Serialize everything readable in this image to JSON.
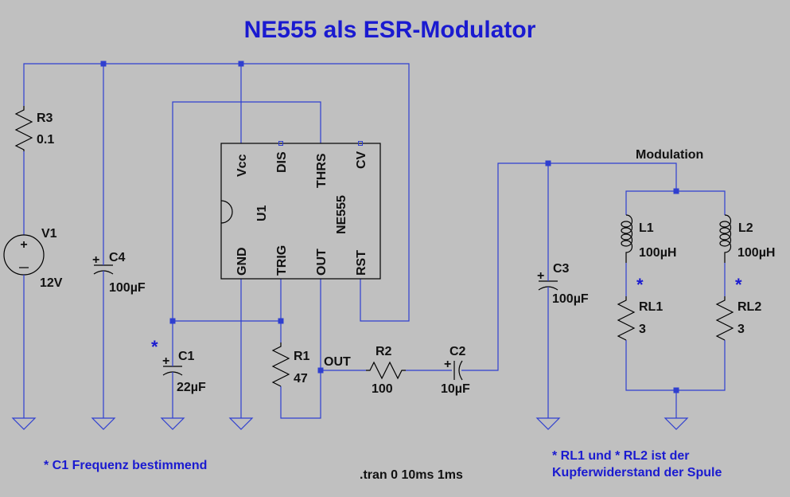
{
  "title": "NE555 als ESR-Modulator",
  "components": {
    "R3": {
      "name": "R3",
      "value": "0.1"
    },
    "V1": {
      "name": "V1",
      "value": "12V"
    },
    "C4": {
      "name": "C4",
      "value": "100µF"
    },
    "C1": {
      "name": "C1",
      "value": "22µF"
    },
    "R1": {
      "name": "R1",
      "value": "47"
    },
    "R2": {
      "name": "R2",
      "value": "100"
    },
    "C2": {
      "name": "C2",
      "value": "10µF"
    },
    "C3": {
      "name": "C3",
      "value": "100µF"
    },
    "L1": {
      "name": "L1",
      "value": "100µH"
    },
    "L2": {
      "name": "L2",
      "value": "100µH"
    },
    "RL1": {
      "name": "RL1",
      "value": "3"
    },
    "RL2": {
      "name": "RL2",
      "value": "3"
    }
  },
  "ic": {
    "name": "U1",
    "part": "NE555",
    "pins": {
      "vcc": "Vcc",
      "dis": "DIS",
      "thrs": "THRS",
      "cv": "CV",
      "gnd": "GND",
      "trig": "TRIG",
      "out": "OUT",
      "rst": "RST"
    }
  },
  "net_labels": {
    "out": "OUT",
    "modulation": "Modulation"
  },
  "markers": {
    "star": "*"
  },
  "notes": {
    "c1": "* C1 Frequenz bestimmend",
    "tran": ".tran 0 10ms 1ms",
    "rl_line1": "* RL1 und * RL2 ist der",
    "rl_line2": "Kupferwiderstand der Spule"
  }
}
